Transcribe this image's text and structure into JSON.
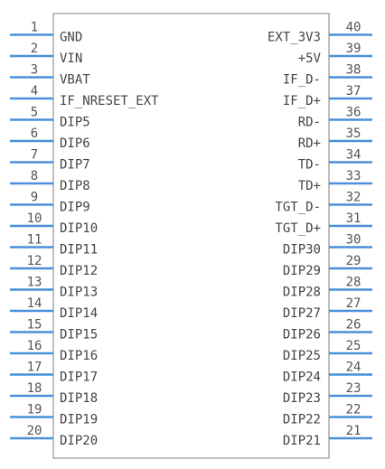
{
  "component": {
    "left_pins": [
      {
        "number": "1",
        "label": "GND"
      },
      {
        "number": "2",
        "label": "VIN"
      },
      {
        "number": "3",
        "label": "VBAT"
      },
      {
        "number": "4",
        "label": "IF_NRESET_EXT"
      },
      {
        "number": "5",
        "label": "DIP5"
      },
      {
        "number": "6",
        "label": "DIP6"
      },
      {
        "number": "7",
        "label": "DIP7"
      },
      {
        "number": "8",
        "label": "DIP8"
      },
      {
        "number": "9",
        "label": "DIP9"
      },
      {
        "number": "10",
        "label": "DIP10"
      },
      {
        "number": "11",
        "label": "DIP11"
      },
      {
        "number": "12",
        "label": "DIP12"
      },
      {
        "number": "13",
        "label": "DIP13"
      },
      {
        "number": "14",
        "label": "DIP14"
      },
      {
        "number": "15",
        "label": "DIP15"
      },
      {
        "number": "16",
        "label": "DIP16"
      },
      {
        "number": "17",
        "label": "DIP17"
      },
      {
        "number": "18",
        "label": "DIP18"
      },
      {
        "number": "19",
        "label": "DIP19"
      },
      {
        "number": "20",
        "label": "DIP20"
      }
    ],
    "right_pins": [
      {
        "number": "40",
        "label": "EXT_3V3"
      },
      {
        "number": "39",
        "label": "+5V"
      },
      {
        "number": "38",
        "label": "IF_D-"
      },
      {
        "number": "37",
        "label": "IF_D+"
      },
      {
        "number": "36",
        "label": "RD-"
      },
      {
        "number": "35",
        "label": "RD+"
      },
      {
        "number": "34",
        "label": "TD-"
      },
      {
        "number": "33",
        "label": "TD+"
      },
      {
        "number": "32",
        "label": "TGT_D-"
      },
      {
        "number": "31",
        "label": "TGT_D+"
      },
      {
        "number": "30",
        "label": "DIP30"
      },
      {
        "number": "29",
        "label": "DIP29"
      },
      {
        "number": "28",
        "label": "DIP28"
      },
      {
        "number": "27",
        "label": "DIP27"
      },
      {
        "number": "26",
        "label": "DIP26"
      },
      {
        "number": "25",
        "label": "DIP25"
      },
      {
        "number": "24",
        "label": "DIP24"
      },
      {
        "number": "23",
        "label": "DIP23"
      },
      {
        "number": "22",
        "label": "DIP22"
      },
      {
        "number": "21",
        "label": "DIP21"
      }
    ],
    "colors": {
      "pin_line": "#4a90d9",
      "body_outline": "#aaaaaa",
      "text": "#444444"
    }
  }
}
